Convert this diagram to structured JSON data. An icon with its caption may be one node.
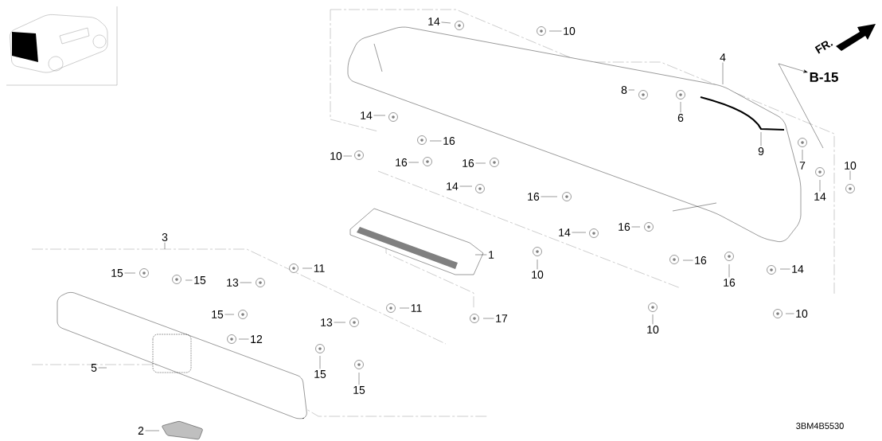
{
  "diagram": {
    "nodes": [
      {
        "text": [
          "14"
        ]
      },
      {
        "text": [
          "10"
        ]
      },
      {
        "text": [
          "4"
        ]
      },
      {
        "text": [
          "8"
        ]
      },
      {
        "text": [
          "6"
        ]
      },
      {
        "text": [
          "9"
        ]
      },
      {
        "text": [
          "7"
        ]
      },
      {
        "text": [
          "10"
        ]
      },
      {
        "text": [
          "14"
        ]
      },
      {
        "text": [
          "16"
        ]
      },
      {
        "text": [
          "10"
        ]
      },
      {
        "text": [
          "16"
        ]
      },
      {
        "text": [
          "16"
        ]
      },
      {
        "text": [
          "14"
        ]
      },
      {
        "text": [
          "16"
        ]
      },
      {
        "text": [
          "14"
        ]
      },
      {
        "text": [
          "16"
        ]
      },
      {
        "text": [
          "14"
        ]
      },
      {
        "text": [
          "1"
        ]
      },
      {
        "text": [
          "10"
        ]
      },
      {
        "text": [
          "16"
        ]
      },
      {
        "text": [
          "16"
        ]
      },
      {
        "text": [
          "14"
        ]
      },
      {
        "text": [
          "10"
        ]
      },
      {
        "text": [
          "10"
        ]
      },
      {
        "text": [
          "17"
        ]
      },
      {
        "text": [
          "3"
        ]
      },
      {
        "text": [
          "15"
        ]
      },
      {
        "text": [
          "15"
        ]
      },
      {
        "text": [
          "11"
        ]
      },
      {
        "text": [
          "13"
        ]
      },
      {
        "text": [
          "15"
        ]
      },
      {
        "text": [
          "11"
        ]
      },
      {
        "text": [
          "12"
        ]
      },
      {
        "text": [
          "13"
        ]
      },
      {
        "text": [
          "15"
        ]
      },
      {
        "text": [
          "15"
        ]
      },
      {
        "text": [
          "5"
        ]
      },
      {
        "text": [
          "2"
        ]
      },
      {
        "text": [
          "B-15"
        ]
      }
    ],
    "edges": [
      {
        "from": 0,
        "to": null,
        "arrow": "none"
      },
      {
        "from": 1,
        "to": null,
        "arrow": "none"
      },
      {
        "from": 2,
        "to": null,
        "arrow": "none"
      },
      {
        "from": 3,
        "to": null,
        "arrow": "none"
      },
      {
        "from": 4,
        "to": null,
        "arrow": "none"
      },
      {
        "from": 5,
        "to": null,
        "arrow": "none"
      },
      {
        "from": 6,
        "to": null,
        "arrow": "none"
      },
      {
        "from": 7,
        "to": null,
        "arrow": "none"
      },
      {
        "from": 8,
        "to": null,
        "arrow": "none"
      },
      {
        "from": 9,
        "to": null,
        "arrow": "none"
      },
      {
        "from": 10,
        "to": null,
        "arrow": "none"
      },
      {
        "from": 11,
        "to": null,
        "arrow": "none"
      },
      {
        "from": 12,
        "to": null,
        "arrow": "none"
      },
      {
        "from": 13,
        "to": null,
        "arrow": "none"
      },
      {
        "from": 14,
        "to": null,
        "arrow": "none"
      },
      {
        "from": 15,
        "to": null,
        "arrow": "none"
      },
      {
        "from": 16,
        "to": null,
        "arrow": "none"
      },
      {
        "from": 17,
        "to": null,
        "arrow": "none"
      },
      {
        "from": 18,
        "to": null,
        "arrow": "none"
      },
      {
        "from": 19,
        "to": null,
        "arrow": "none"
      },
      {
        "from": 20,
        "to": null,
        "arrow": "none"
      },
      {
        "from": 21,
        "to": null,
        "arrow": "none"
      },
      {
        "from": 22,
        "to": null,
        "arrow": "none"
      },
      {
        "from": 23,
        "to": null,
        "arrow": "none"
      },
      {
        "from": 24,
        "to": null,
        "arrow": "none"
      },
      {
        "from": 25,
        "to": null,
        "arrow": "none"
      },
      {
        "from": 26,
        "to": null,
        "arrow": "none"
      },
      {
        "from": 27,
        "to": null,
        "arrow": "none"
      },
      {
        "from": 28,
        "to": null,
        "arrow": "none"
      },
      {
        "from": 29,
        "to": null,
        "arrow": "none"
      },
      {
        "from": 30,
        "to": null,
        "arrow": "none"
      },
      {
        "from": 31,
        "to": null,
        "arrow": "none"
      },
      {
        "from": 32,
        "to": null,
        "arrow": "none"
      },
      {
        "from": 33,
        "to": null,
        "arrow": "none"
      },
      {
        "from": 34,
        "to": null,
        "arrow": "none"
      },
      {
        "from": 35,
        "to": null,
        "arrow": "none"
      },
      {
        "from": 36,
        "to": null,
        "arrow": "none"
      },
      {
        "from": 37,
        "to": null,
        "arrow": "none"
      },
      {
        "from": 38,
        "to": null,
        "arrow": "none"
      },
      {
        "from": null,
        "to": 39,
        "arrow": "to"
      }
    ],
    "labels": [
      "FR.",
      "3BM4B5530"
    ]
  }
}
